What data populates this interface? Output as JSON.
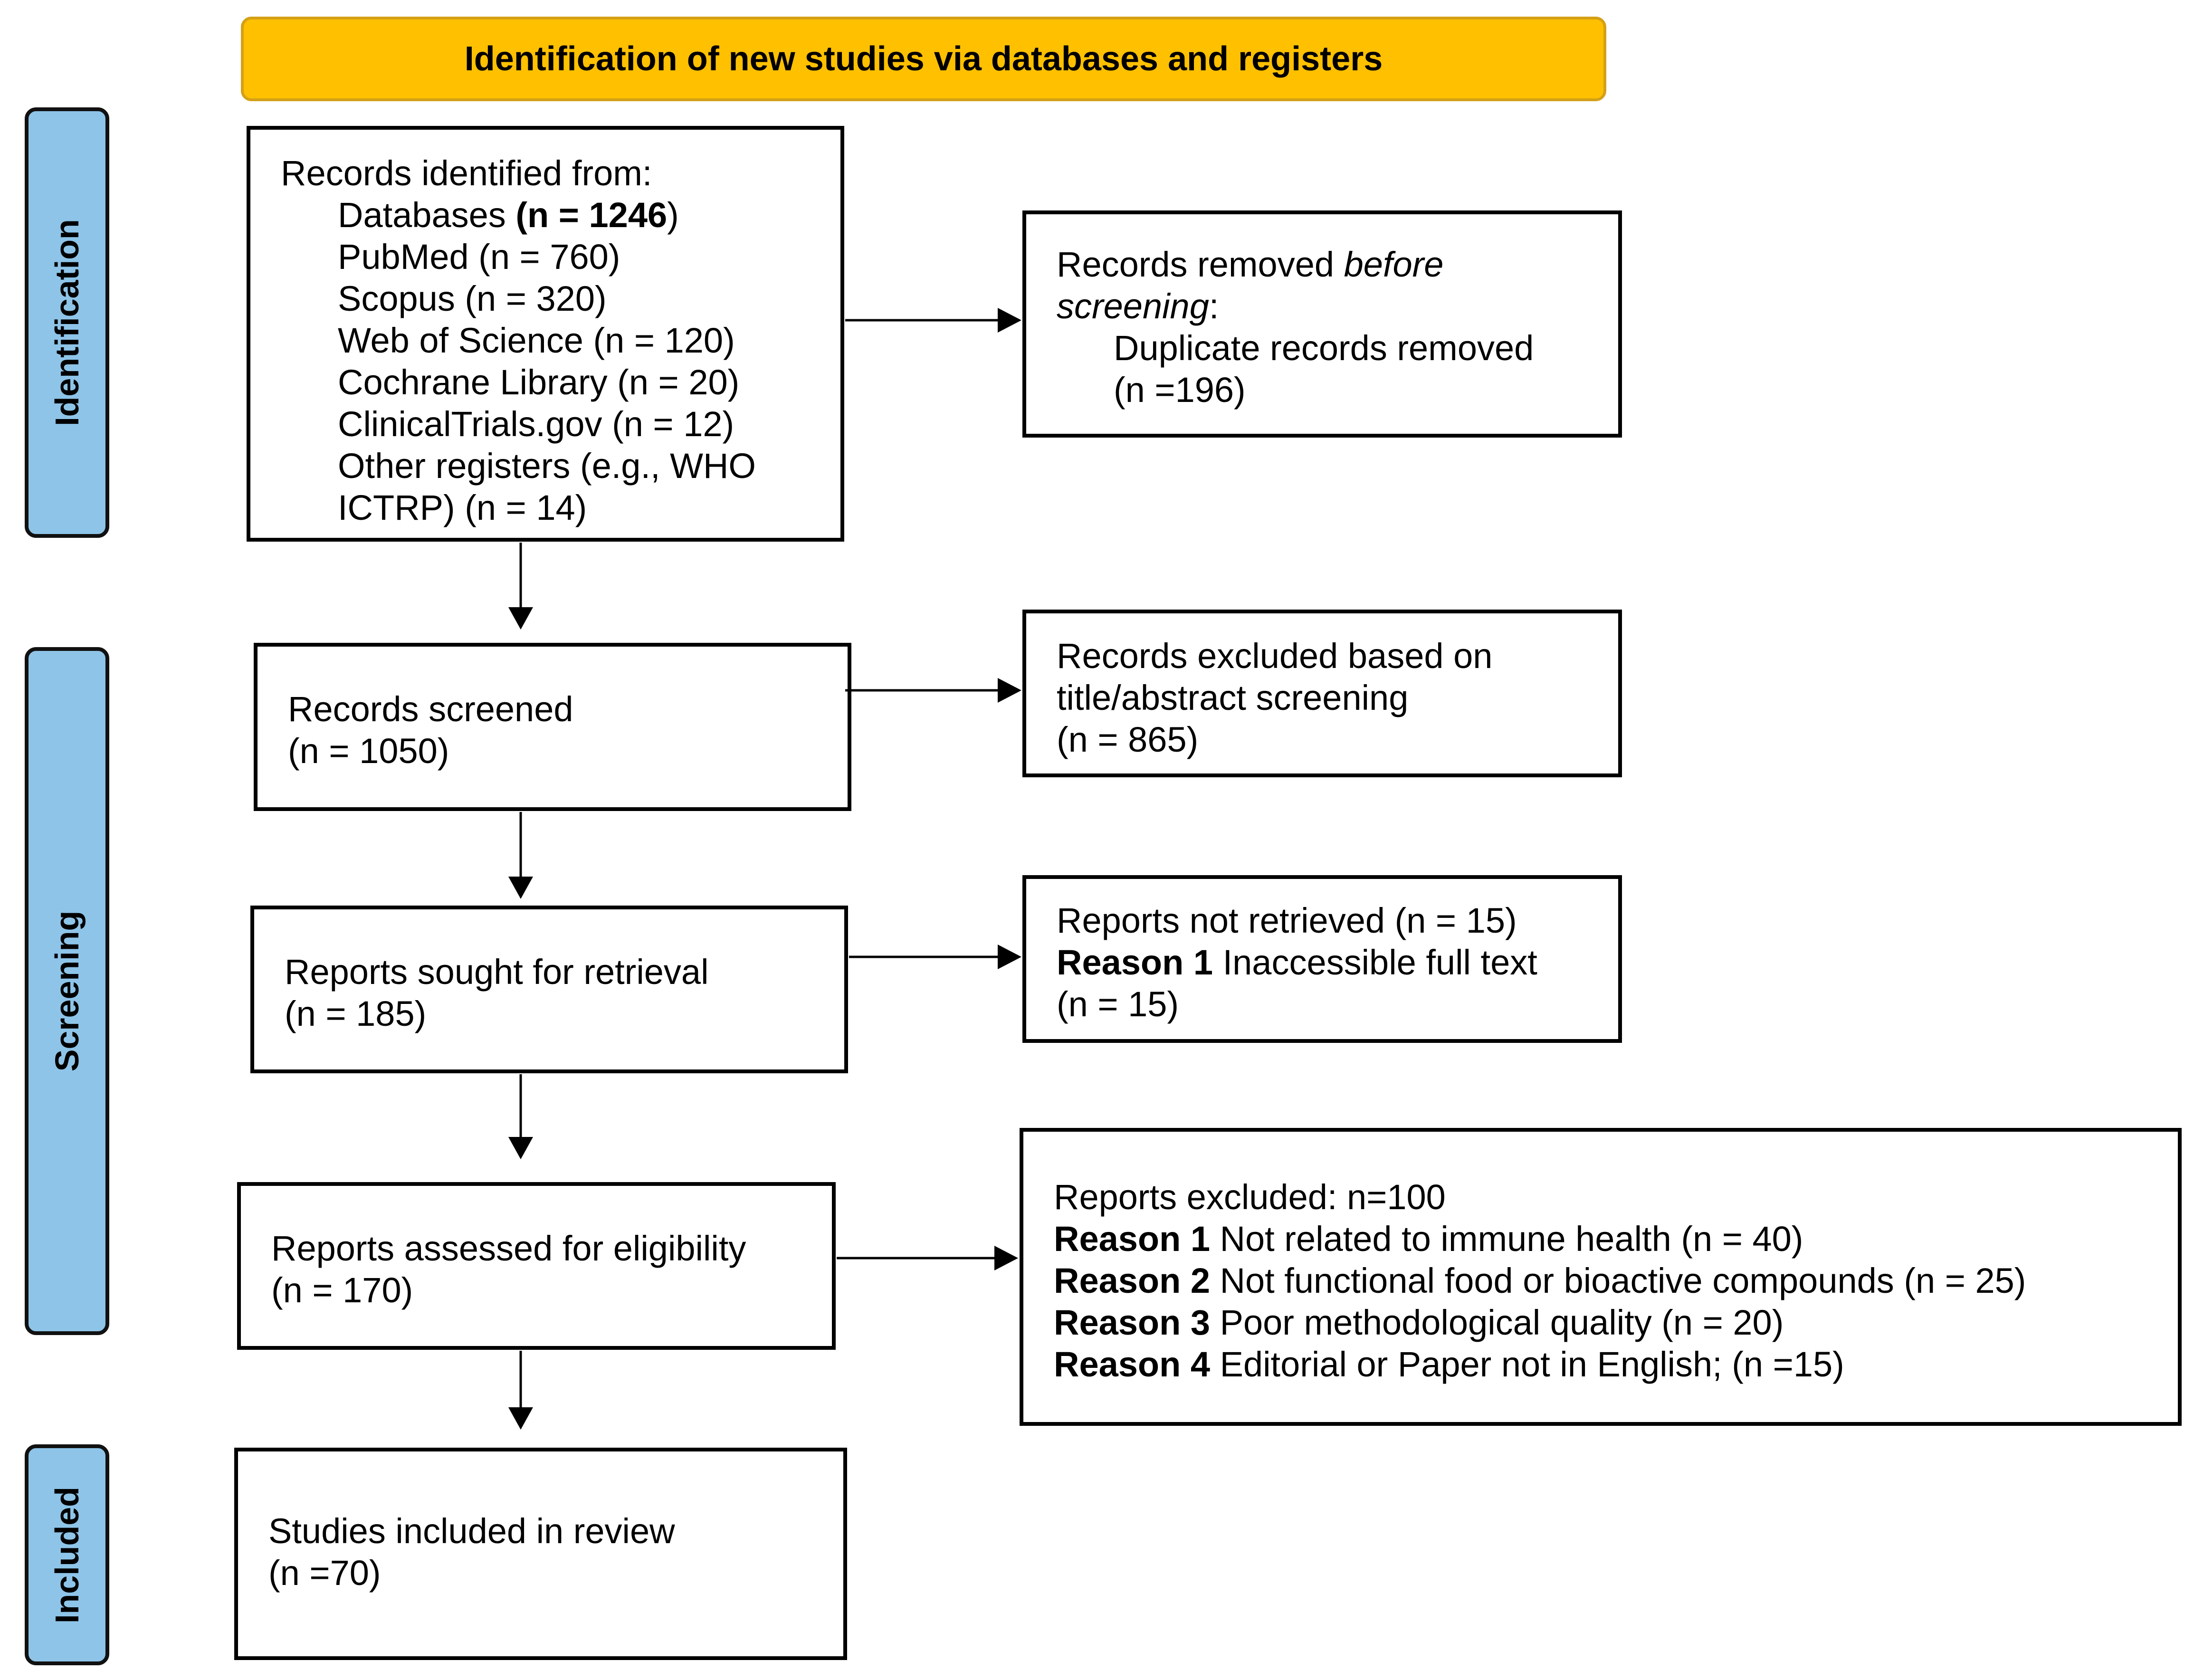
{
  "header": {
    "title": "Identification of new studies via databases and registers"
  },
  "phases": {
    "identification": "Identification",
    "screening": "Screening",
    "included": "Included"
  },
  "identified": {
    "heading": "Records identified from:",
    "databases_label": "Databases ",
    "databases_count": "(n = 1246",
    "databases_close": ")",
    "pubmed": "PubMed (n = 760)",
    "scopus": "Scopus (n = 320)",
    "wos": "Web of Science (n = 120)",
    "cochrane": "Cochrane Library (n = 20)",
    "clinicaltrials": "ClinicalTrials.gov (n = 12)",
    "other1": "Other registers (e.g., WHO",
    "other2": "ICTRP) (n = 14)"
  },
  "removed": {
    "line1_a": "Records removed ",
    "line1_b": "before",
    "line2_a": "screening",
    "line2_b": ":",
    "line3": "Duplicate records removed",
    "line4": "(n =196)"
  },
  "screened": {
    "line1": "Records screened",
    "line2": "(n = 1050)"
  },
  "excluded_screen": {
    "line1": "Records excluded based on",
    "line2": "title/abstract screening",
    "line3": "(n = 865)"
  },
  "sought": {
    "line1": "Reports sought for retrieval",
    "line2": "(n = 185)"
  },
  "not_retrieved": {
    "line1": "Reports not retrieved (n = 15)",
    "reason_label": "Reason 1",
    "reason_text": " Inaccessible full text",
    "line3": "(n = 15)"
  },
  "assessed": {
    "line1": "Reports assessed for eligibility",
    "line2": "(n = 170)"
  },
  "excluded_reports": {
    "line1": "Reports excluded: n=100",
    "r1_label": "Reason 1",
    "r1_text": " Not related to immune health (n = 40)",
    "r2_label": "Reason 2",
    "r2_text": " Not functional food or bioactive compounds (n = 25)",
    "r3_label": "Reason 3",
    "r3_text": " Poor methodological quality (n = 20)",
    "r4_label": "Reason 4",
    "r4_text": " Editorial or Paper not in English; (n =15)"
  },
  "included": {
    "line1": "Studies included in review",
    "line2": "(n =70)"
  }
}
